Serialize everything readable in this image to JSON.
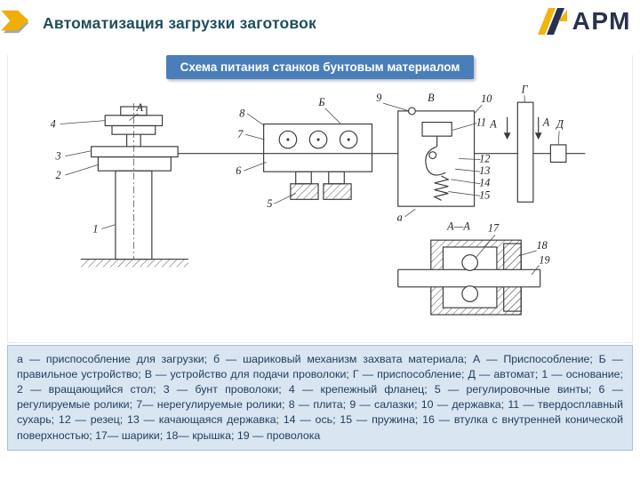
{
  "slide": {
    "title": "Автоматизация загрузки заготовок",
    "badge": "Схема питания станков бунтовым материалом",
    "caption": "а — приспособление для загрузки; б — шариковый механизм захвата материала; А — Приспособление; Б — правильное устройство; В — устройство для подачи проволоки; Г — приспособление; Д — автомат; 1 — основание; 2 — вращающийся стол; 3 — бунт проволоки; 4 — крепежный фланец; 5 — регулировочные винты; 6 — регулируемые ролики; 7— нерегулируемые ролики; 8 — плита; 9 — салазки; 10 — державка; 11 — твердосплавный сухарь; 12 — резец; 13 — качающаяся державка; 14 — ось; 15 — пружина; 16 — втулка с внутренней конической поверхностью; 17— шарики; 18— крышка; 19 — проволока"
  },
  "logo": {
    "text": "АРМ"
  },
  "diagram": {
    "part_labels": [
      "4",
      "3",
      "2",
      "1",
      "А",
      "8",
      "7",
      "6",
      "Б",
      "5",
      "9",
      "В",
      "10",
      "11",
      "12",
      "13",
      "14",
      "15",
      "Г",
      "А",
      "А",
      "Д",
      "а",
      "А—А",
      "17",
      "18",
      "19"
    ]
  },
  "colors": {
    "title_text": "#1f4e5f",
    "badge_bg": "#4a7ebb",
    "caption_bg": "#d9e5f1",
    "caption_border": "#a9c0d6",
    "caption_text": "#1e3c5e",
    "accent_gold": "#f0ae0a",
    "logo_navy": "#28324e",
    "drawing_line": "#3a3a3a"
  }
}
